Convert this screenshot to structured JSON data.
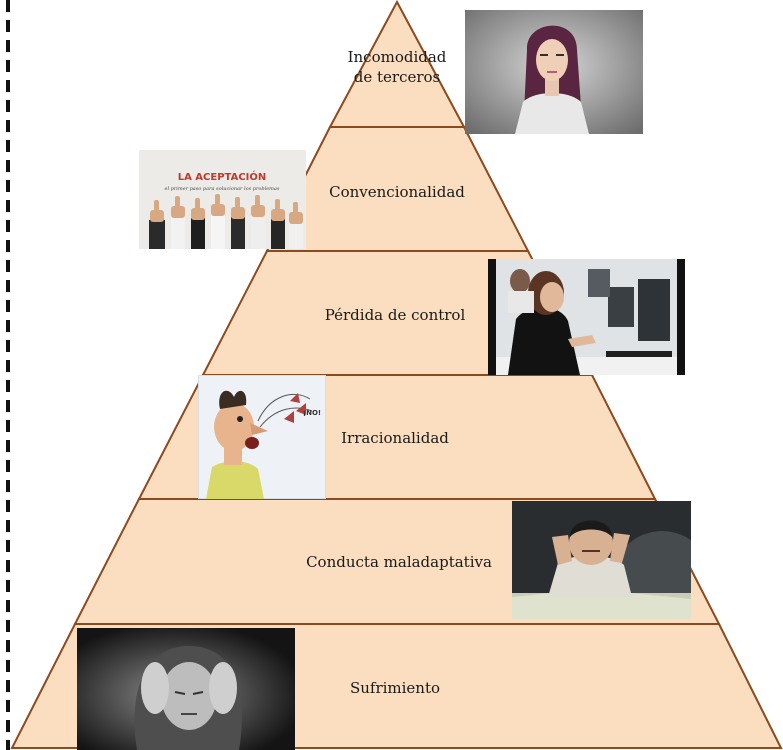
{
  "pyramid": {
    "fill_color": "#FBDDBF",
    "stroke_color": "#8B4A1F",
    "tiers": [
      {
        "label": "Incomodidad de terceros",
        "label_line1": "Incomodidad",
        "label_line2": "de terceros",
        "image": "woman-purple-hair-photo"
      },
      {
        "label": "Convencionalidad",
        "image": "la-aceptacion-thumbs-up-photo"
      },
      {
        "label": "Pérdida de control",
        "image": "office-angry-woman-photo"
      },
      {
        "label": "Irracionalidad",
        "image": "cartoon-man-shouting-illustration"
      },
      {
        "label": "Conducta maladaptativa",
        "image": "stressed-child-photo"
      },
      {
        "label": "Sufrimiento",
        "image": "distressed-woman-bw-photo"
      }
    ]
  },
  "images": {
    "aceptacion_title": "LA ACEPTACIÓN",
    "aceptacion_subtitle": "el primer paso para solucionar los problemas",
    "cartoon_bubble": "¡NO!"
  }
}
